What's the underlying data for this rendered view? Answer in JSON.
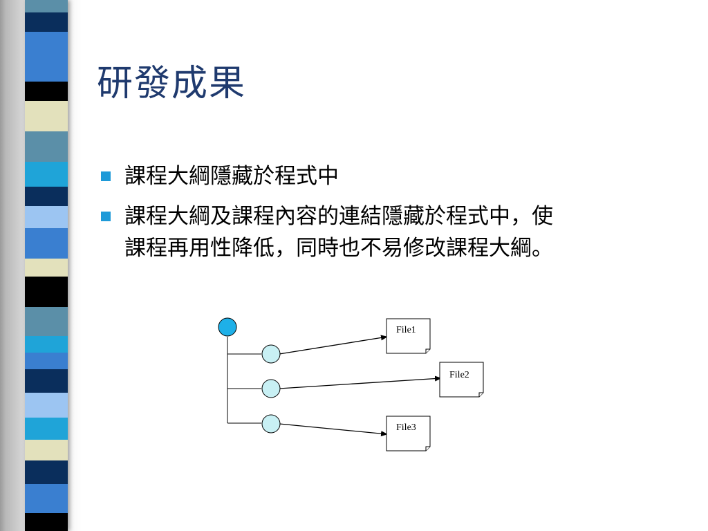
{
  "slide": {
    "title": "研發成果",
    "bullets": [
      {
        "lines": [
          "課程大綱隱藏於程式中"
        ]
      },
      {
        "lines": [
          "課程大綱及課程內容的連結隱藏於程式中，使",
          "課程再用性降低，同時也不易修改課程大綱。"
        ]
      }
    ]
  },
  "diagram": {
    "root_node": {
      "color": "#1eb0e8"
    },
    "child_nodes": [
      {
        "color": "#c8f0f4",
        "target": "File1"
      },
      {
        "color": "#c8f0f4",
        "target": "File2"
      },
      {
        "color": "#c8f0f4",
        "target": "File3"
      }
    ],
    "files": [
      {
        "label": "File1"
      },
      {
        "label": "File2"
      },
      {
        "label": "File3"
      }
    ]
  },
  "colors": {
    "title": "#1f3a6e",
    "bullet_marker": "#1e9ad8",
    "strip_palette": [
      "#5b8fa8",
      "#0a2e5c",
      "#3a7fd0",
      "#e3e1bc",
      "#000000",
      "#9cc5f2",
      "#1fa4d8"
    ]
  }
}
